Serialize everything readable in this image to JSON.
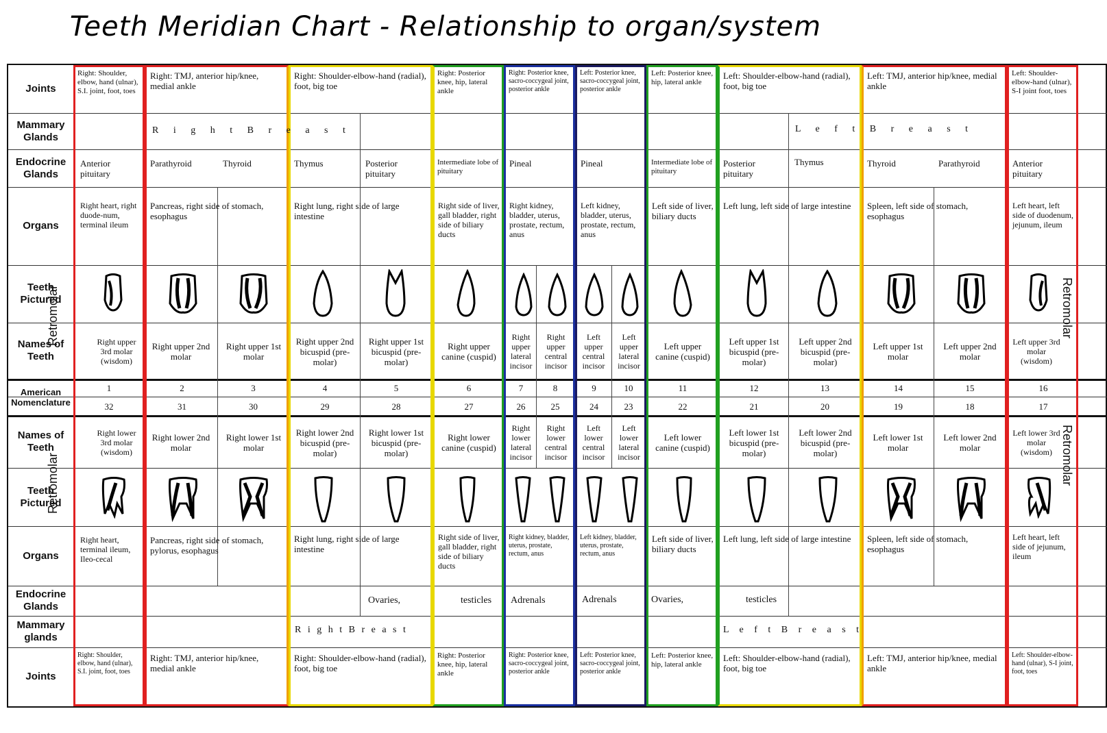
{
  "title": "Teeth Meridian Chart - Relationship to organ/system",
  "row_labels": {
    "joints": "Joints",
    "mammary": "Mammary Glands",
    "endocrine": "Endocrine Glands",
    "organs": "Organs",
    "teeth_pictured": "Teeth Pictured",
    "names": "Names of Teeth",
    "american": "American Nomenclature",
    "mammary_lower": "Mammary glands"
  },
  "retromolar": "Retromolar",
  "colors": {
    "red": "#e02020",
    "orange": "#f0a000",
    "yellow": "#e8d800",
    "green": "#20a020",
    "blue": "#1a2fa0",
    "navy": "#1a1a60"
  },
  "upper": {
    "joints": [
      "Right: Shoulder, elbow, hand (ulnar), S.I. joint, foot, toes",
      "Right: TMJ, anterior hip/knee, medial ankle",
      "Right: Shoulder-elbow-hand (radial), foot, big toe",
      "Right: Posterior knee, hip, lateral ankle",
      "Right: Posterior knee, sacro-coccygeal joint, posterior ankle",
      "Left: Posterior knee, sacro-coccygeal joint, posterior ankle",
      "Left: Posterior knee, hip, lateral ankle",
      "Left: Shoulder-elbow-hand (radial), foot, big toe",
      "Left: TMJ, anterior hip/knee, medial ankle",
      "Left: Shoulder-elbow-hand (ulnar), S-I joint foot, toes"
    ],
    "mammary_right": "R i g h t B r e a s t",
    "mammary_left": "L e f t B r e a s t",
    "endocrine": [
      "Anterior pituitary",
      "Parathyroid",
      "Thyroid",
      "Thymus",
      "Posterior pituitary",
      "Intermediate lobe of pituitary",
      "Pineal",
      "Pineal",
      "Intermediate lobe of pituitary",
      "Posterior pituitary",
      "Thymus",
      "Thyroid",
      "Parathyroid",
      "Anterior pituitary"
    ],
    "organs": [
      "Right heart, right duode-num, terminal ileum",
      "Pancreas, right side of stomach, esophagus",
      "Right lung, right side of large intestine",
      "Right side of liver, gall bladder, right side of biliary ducts",
      "Right kidney, bladder, uterus, prostate, rectum, anus",
      "Left kidney, bladder, uterus, prostate, rectum, anus",
      "Left side of liver, biliary ducts",
      "Left lung, left side of large intestine",
      "Spleen, left side of stomach, esophagus",
      "Left heart, left side of duodenum, jejunum, ileum"
    ],
    "names": [
      "Right upper 3rd molar (wisdom)",
      "Right upper 2nd molar",
      "Right upper 1st molar",
      "Right upper 2nd bicuspid (pre-molar)",
      "Right upper 1st bicuspid (pre-molar)",
      "Right upper canine (cuspid)",
      "Right upper lateral incisor",
      "Right upper central incisor",
      "Left upper central incisor",
      "Left upper lateral incisor",
      "Left upper canine (cuspid)",
      "Left upper 1st bicuspid (pre-molar)",
      "Left upper 2nd bicuspid (pre-molar)",
      "Left upper 1st molar",
      "Left upper 2nd molar",
      "Left upper 3rd molar (wisdom)"
    ],
    "numbers": [
      "1",
      "2",
      "3",
      "4",
      "5",
      "6",
      "7",
      "8",
      "9",
      "10",
      "11",
      "12",
      "13",
      "14",
      "15",
      "16"
    ]
  },
  "lower": {
    "numbers": [
      "32",
      "31",
      "30",
      "29",
      "28",
      "27",
      "26",
      "25",
      "24",
      "23",
      "22",
      "21",
      "20",
      "19",
      "18",
      "17"
    ],
    "names": [
      "Right lower 3rd molar (wisdom)",
      "Right lower 2nd molar",
      "Right lower 1st molar",
      "Right lower 2nd bicuspid (pre-molar)",
      "Right lower 1st bicuspid (pre-molar)",
      "Right lower canine (cuspid)",
      "Right lower lateral incisor",
      "Right lower central incisor",
      "Left lower central incisor",
      "Left lower lateral incisor",
      "Left lower canine (cuspid)",
      "Left lower 1st bicuspid (pre-molar)",
      "Left lower 2nd bicuspid (pre-molar)",
      "Left lower 1st molar",
      "Left lower 2nd molar",
      "Left lower 3rd molar (wisdom)"
    ],
    "organs": [
      "Right heart, terminal ileum, Ileo-cecal",
      "Pancreas, right side of stomach, pylorus, esophagus",
      "Right lung, right side of large intestine",
      "Right side of liver, gall bladder, right side of biliary ducts",
      "Right kidney, bladder, uterus, prostate, rectum, anus",
      "Left kidney, bladder, uterus, prostate, rectum, anus",
      "Left side of liver, biliary ducts",
      "Left lung, left side of large intestine",
      "Spleen, left side of stomach, esophagus",
      "Left heart, left side of jejunum, ileum"
    ],
    "endocrine": {
      "ovaries_r": "Ovaries,",
      "testicles_r": "testicles",
      "adrenals_r": "Adrenals",
      "adrenals_l": "Adrenals",
      "ovaries_l": "Ovaries,",
      "testicles_l": "testicles"
    },
    "mammary_right": "R i g h t B r e a s t",
    "mammary_left": "L e f t B r e a s t",
    "joints": [
      "Right: Shoulder, elbow, hand (ulnar), S.I. joint, foot, toes",
      "Right: TMJ, anterior hip/knee, medial ankle",
      "Right: Shoulder-elbow-hand (radial), foot, big toe",
      "Right: Posterior knee, hip, lateral ankle",
      "Right: Posterior knee, sacro-coccygeal joint, posterior ankle",
      "Left: Posterior knee, sacro-coccygeal joint, posterior ankle",
      "Left: Posterior knee, hip, lateral ankle",
      "Left: Shoulder-elbow-hand (radial), foot, big toe",
      "Left: TMJ, anterior hip/knee, medial ankle",
      "Left: Shoulder-elbow-hand (ulnar), S-I joint, foot, toes"
    ]
  }
}
